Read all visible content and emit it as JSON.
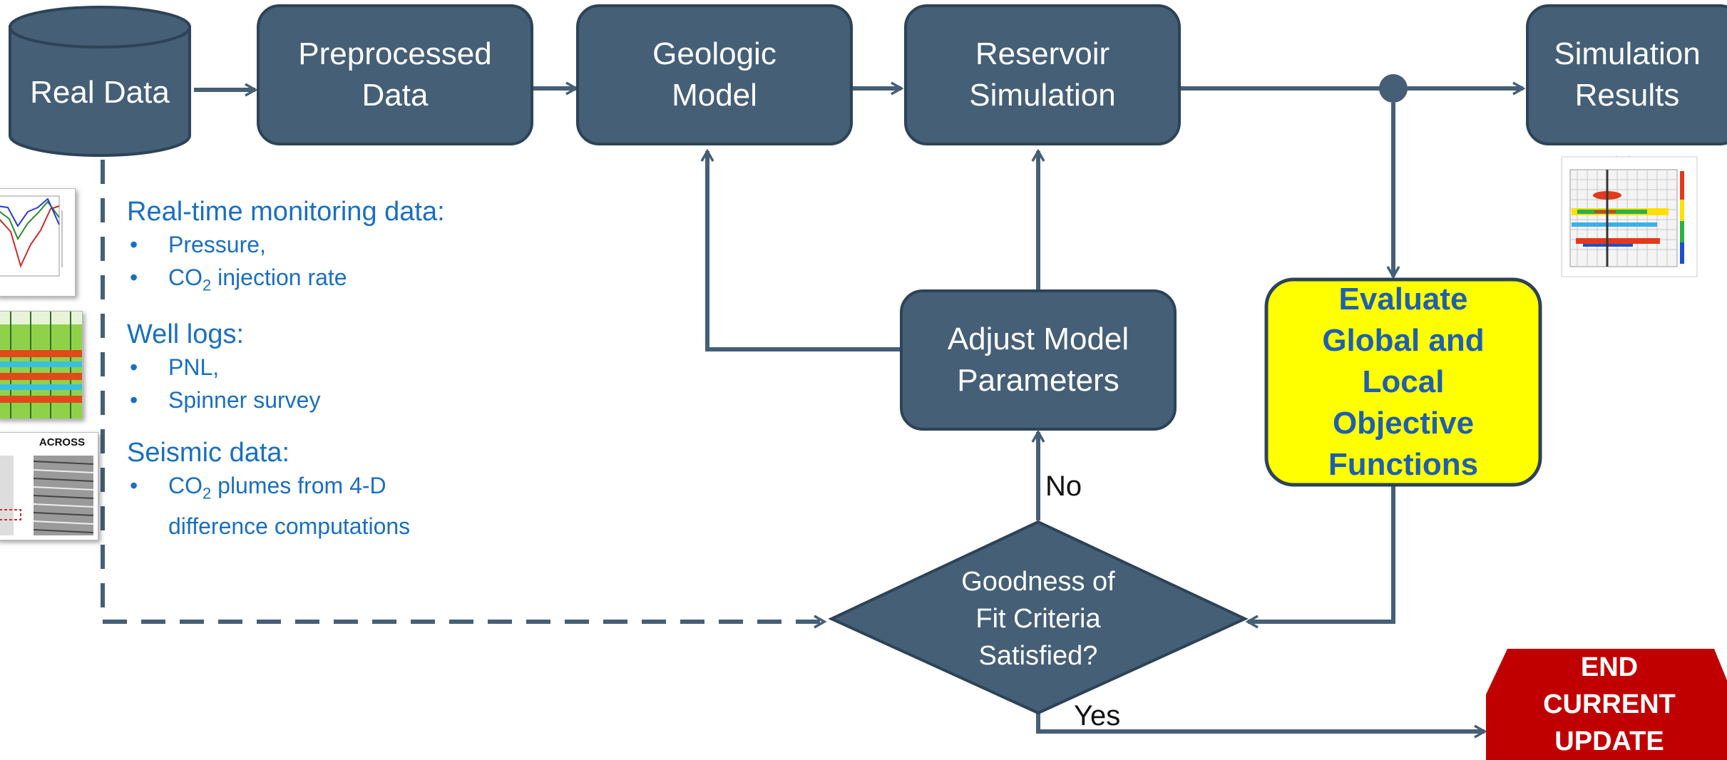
{
  "nodes": {
    "real_data": "Real Data",
    "preprocessed": [
      "Preprocessed",
      "Data"
    ],
    "geologic": [
      "Geologic",
      "Model"
    ],
    "reservoir": [
      "Reservoir",
      "Simulation"
    ],
    "results": [
      "Simulation",
      "Results"
    ],
    "adjust": [
      "Adjust Model",
      "Parameters"
    ],
    "evaluate": [
      "Evaluate",
      "Global and",
      "Local",
      "Objective",
      "Functions"
    ],
    "goodness": [
      "Goodness of",
      "Fit Criteria",
      "Satisfied?"
    ],
    "end": [
      "END",
      "CURRENT",
      "UPDATE"
    ]
  },
  "labels": {
    "no": "No",
    "yes": "Yes"
  },
  "info": {
    "realtime": {
      "heading": "Real-time monitoring data:",
      "b1": "Pressure,",
      "b2_pre": "CO",
      "b2_sub": "2",
      "b2_post": " injection rate"
    },
    "welllogs": {
      "heading": "Well logs:",
      "b1": "PNL,",
      "b2": "Spinner survey"
    },
    "seismic": {
      "heading": "Seismic data:",
      "b1_pre": "CO",
      "b1_sub": "2",
      "b1_post": " plumes from 4-D",
      "b1_cont": "difference computations"
    }
  },
  "thumbs": {
    "seismic_title": "ACROSS"
  },
  "colors": {
    "node": "#455f76",
    "node_border": "#2d4357",
    "evaluate_fill": "#ffff00",
    "evaluate_text": "#1f5fb0",
    "end_fill": "#c00000",
    "info_text": "#1a6fc0"
  }
}
